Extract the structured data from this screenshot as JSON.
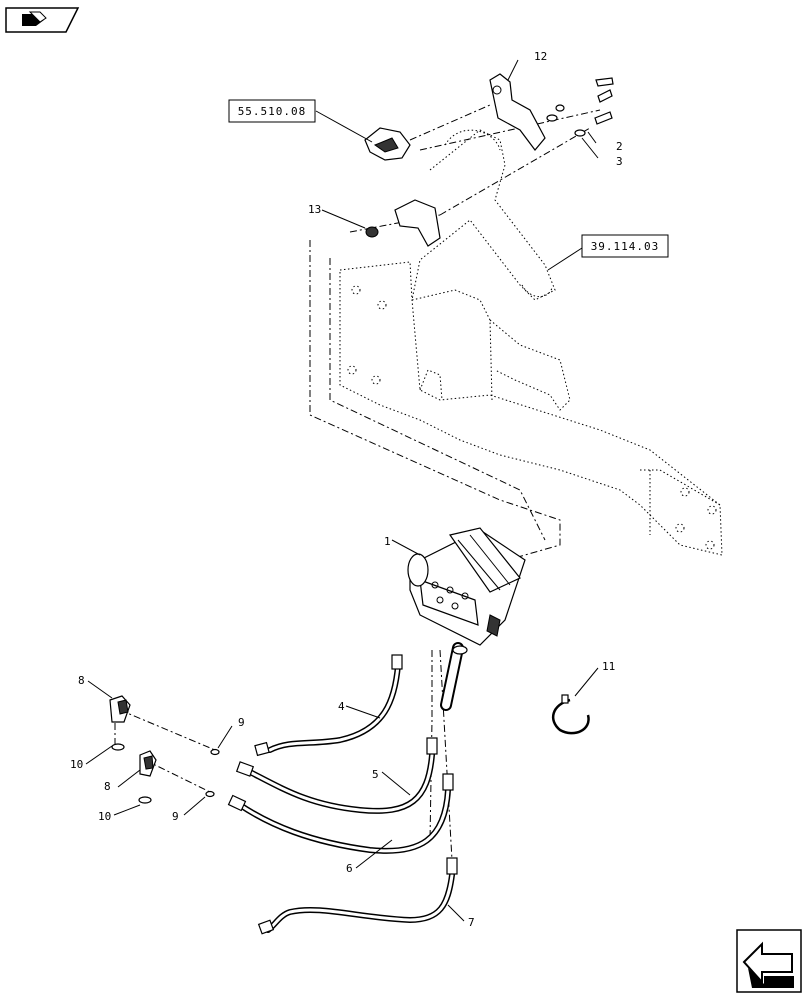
{
  "references": {
    "ref_left": "55.510.08",
    "ref_right": "39.114.03"
  },
  "callouts": {
    "c1": "1",
    "c2": "2",
    "c3": "3",
    "c4": "4",
    "c5": "5",
    "c6": "6",
    "c7": "7",
    "c8a": "8",
    "c8b": "8",
    "c9a": "9",
    "c9b": "9",
    "c10a": "10",
    "c10b": "10",
    "c11": "11",
    "c12": "12",
    "c13": "13"
  },
  "icons": {
    "top_left": "book-pointer-icon",
    "bottom_right": "next-page-arrow-icon"
  }
}
